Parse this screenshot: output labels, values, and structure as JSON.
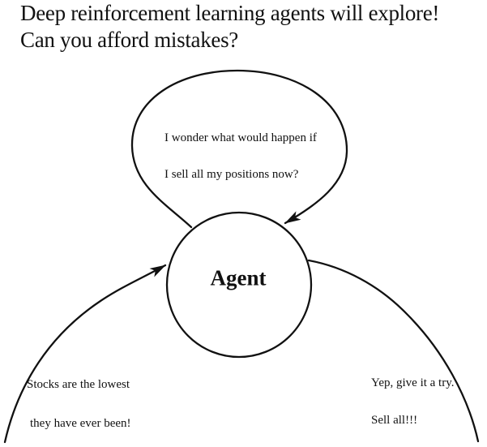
{
  "title": {
    "line1": "Deep reinforcement learning agents will explore!",
    "line2": "Can you afford mistakes?"
  },
  "thought_bubble": {
    "line1": "I wonder what would happen if",
    "line2": "I sell all my positions now?"
  },
  "agent": {
    "label": "Agent"
  },
  "captions": {
    "left": {
      "line1": "Stocks are the lowest",
      "line2": "they have ever been!"
    },
    "right": {
      "line1": "Yep, give it a try.",
      "line2": "Sell all!!!"
    }
  },
  "colors": {
    "ink": "#111111",
    "background": "#ffffff"
  }
}
